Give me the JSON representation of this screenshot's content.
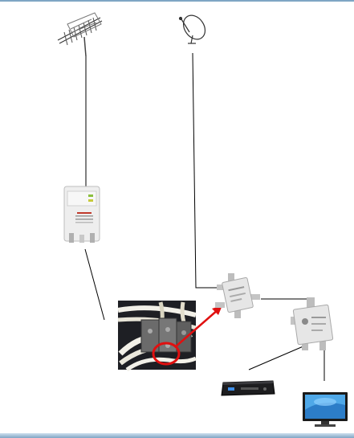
{
  "diagram": {
    "nodes": [
      {
        "id": "antenna",
        "icon": "yagi-antenna-icon"
      },
      {
        "id": "satellite-dish",
        "icon": "satellite-dish-icon"
      },
      {
        "id": "amplifier",
        "icon": "signal-amplifier-icon"
      },
      {
        "id": "photo",
        "icon": "wiring-photo-icon"
      },
      {
        "id": "splitter-1",
        "icon": "coax-splitter-icon"
      },
      {
        "id": "splitter-2",
        "icon": "coax-splitter-icon"
      },
      {
        "id": "receiver",
        "icon": "set-top-box-icon"
      },
      {
        "id": "tv",
        "icon": "television-icon"
      }
    ],
    "edges": [
      [
        "antenna",
        "amplifier"
      ],
      [
        "amplifier",
        "photo"
      ],
      [
        "satellite-dish",
        "splitter-1"
      ],
      [
        "splitter-1",
        "splitter-2"
      ],
      [
        "splitter-2",
        "receiver"
      ],
      [
        "splitter-2",
        "tv"
      ],
      [
        "photo",
        "splitter-1"
      ]
    ],
    "colors": {
      "frame": "#7fa6c4",
      "line": "#000000",
      "highlight": "#e01010",
      "device_body": "#e6e6e6",
      "tv_screen": "#4fa8e8"
    }
  }
}
